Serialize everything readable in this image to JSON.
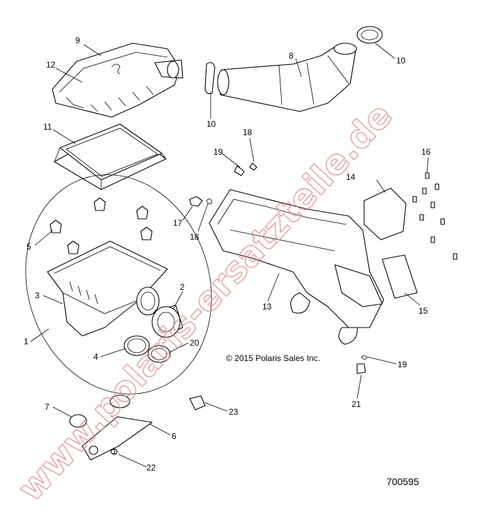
{
  "copyright": "© 2015 Polaris Sales Inc.",
  "document_number": "700595",
  "watermark": "www.polaris-ersatzteile.de",
  "callouts": [
    "1",
    "2",
    "3",
    "4",
    "5",
    "6",
    "7",
    "8",
    "9",
    "10",
    "10",
    "11",
    "12",
    "13",
    "14",
    "15",
    "16",
    "17",
    "18",
    "18",
    "19",
    "19",
    "20",
    "21",
    "22",
    "23"
  ]
}
